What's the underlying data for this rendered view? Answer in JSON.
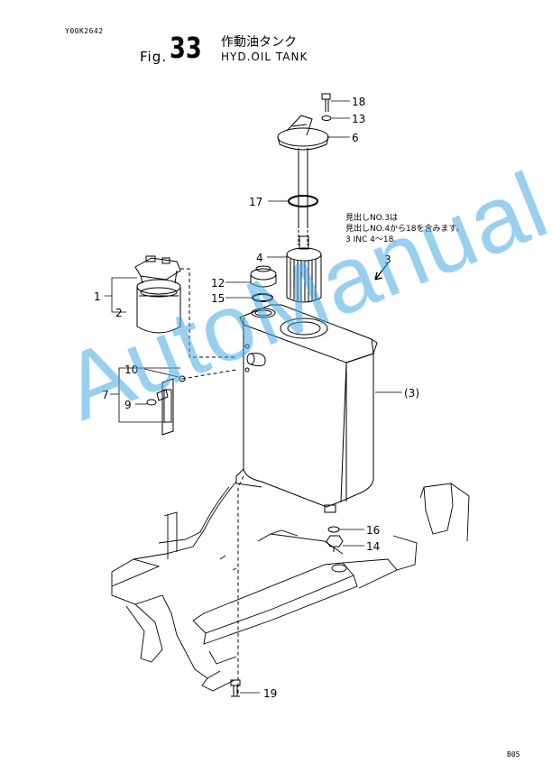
{
  "header": {
    "doc_code": "Y00K2642",
    "fig_prefix": "Fig.",
    "fig_number": "33",
    "title_jp": "作動油タンク",
    "title_en": "HYD.OIL TANK"
  },
  "note": {
    "line1": "見出しNO.3は",
    "line2": "見出しNO.4から18を含みます。",
    "line3": "3 INC 4～18."
  },
  "callouts": {
    "c1": "1",
    "c2": "2",
    "c3": "3",
    "c3p": "(3)",
    "c4": "4",
    "c6": "6",
    "c7": "7",
    "c9": "9",
    "c10": "10",
    "c12": "12",
    "c13": "13",
    "c14": "14",
    "c15": "15",
    "c16": "16",
    "c17": "17",
    "c18": "18",
    "c19": "19"
  },
  "watermark": "AutoManual",
  "footer": {
    "page": "B05"
  }
}
